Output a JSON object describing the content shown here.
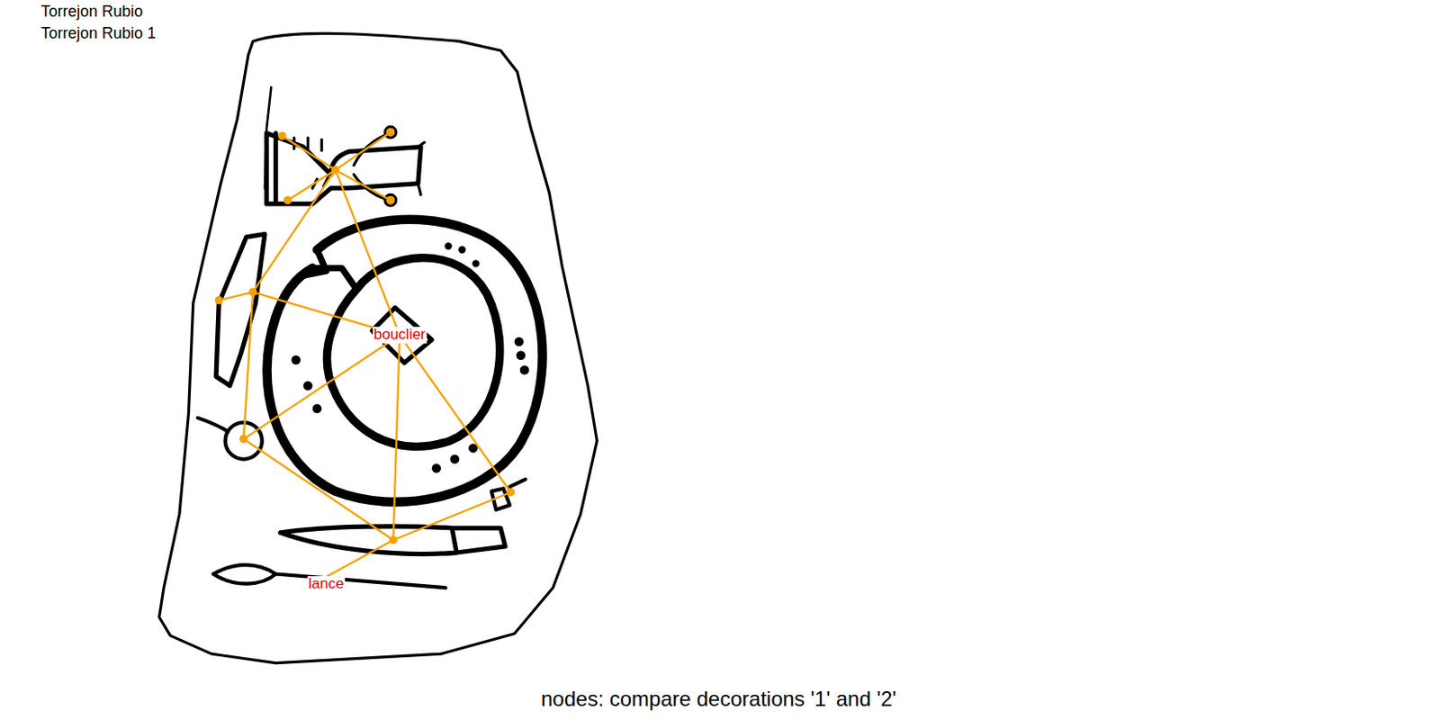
{
  "diagram": {
    "title": "Torrejon Rubio",
    "caption": "nodes: compare decorations '1' and '2'",
    "nodes": [
      {
        "text": [
          "bouclier"
        ]
      },
      {
        "text": [
          "lance"
        ]
      }
    ],
    "labels": [
      "Torrejon Rubio 1"
    ]
  }
}
